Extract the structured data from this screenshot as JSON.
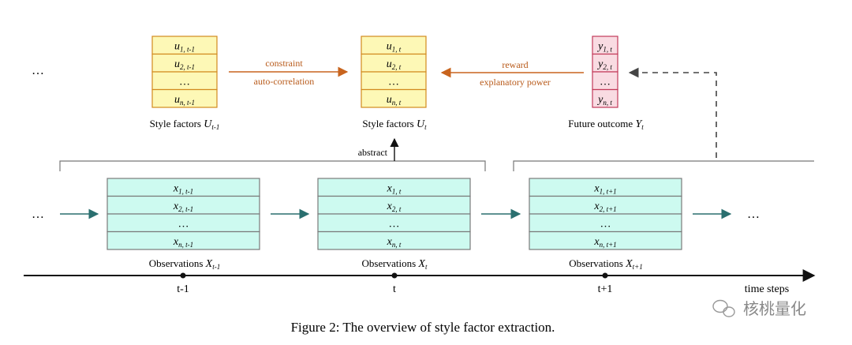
{
  "ellipsis": "…",
  "style_factor_groups": [
    {
      "caption_prefix": "Style factors ",
      "caption_var": "U",
      "caption_sub": "t-1",
      "cells": [
        {
          "main": "u",
          "sub": "1, t-1"
        },
        {
          "main": "u",
          "sub": "2, t-1"
        },
        {
          "main": "…",
          "sub": ""
        },
        {
          "main": "u",
          "sub": "n, t-1"
        }
      ]
    },
    {
      "caption_prefix": "Style factors ",
      "caption_var": "U",
      "caption_sub": "t",
      "cells": [
        {
          "main": "u",
          "sub": "1, t"
        },
        {
          "main": "u",
          "sub": "2, t"
        },
        {
          "main": "…",
          "sub": ""
        },
        {
          "main": "u",
          "sub": "n, t"
        }
      ]
    }
  ],
  "outcome_group": {
    "caption_prefix": "Future outcome ",
    "caption_var": "Y",
    "caption_sub": "t",
    "cells": [
      {
        "main": "y",
        "sub": "1, t"
      },
      {
        "main": "y",
        "sub": "2, t"
      },
      {
        "main": "…",
        "sub": ""
      },
      {
        "main": "y",
        "sub": "n, t"
      }
    ]
  },
  "arrow_labels": {
    "left_top": "constraint",
    "left_bottom": "auto-correlation",
    "right_top": "reward",
    "right_bottom": "explanatory power",
    "abstract": "abstract"
  },
  "observation_groups": [
    {
      "caption_prefix": "Observations ",
      "caption_var": "X",
      "caption_sub": "t-1",
      "cells": [
        {
          "main": "x",
          "sub": "1, t-1"
        },
        {
          "main": "x",
          "sub": "2, t-1"
        },
        {
          "main": "…",
          "sub": ""
        },
        {
          "main": "x",
          "sub": "n, t-1"
        }
      ]
    },
    {
      "caption_prefix": "Observations ",
      "caption_var": "X",
      "caption_sub": "t",
      "cells": [
        {
          "main": "x",
          "sub": "1, t"
        },
        {
          "main": "x",
          "sub": "2, t"
        },
        {
          "main": "…",
          "sub": ""
        },
        {
          "main": "x",
          "sub": "n, t"
        }
      ]
    },
    {
      "caption_prefix": "Observations ",
      "caption_var": "X",
      "caption_sub": "t+1",
      "cells": [
        {
          "main": "x",
          "sub": "1, t+1"
        },
        {
          "main": "x",
          "sub": "2, t+1"
        },
        {
          "main": "…",
          "sub": ""
        },
        {
          "main": "x",
          "sub": "n, t+1"
        }
      ]
    }
  ],
  "timeline": {
    "ticks": [
      "t-1",
      "t",
      "t+1"
    ],
    "axis_label": "time steps"
  },
  "figure_caption": "Figure 2: The overview of style factor extraction.",
  "watermark": "核桃量化",
  "colors": {
    "style_fill": "#fdf8b6",
    "style_stroke": "#d28a1e",
    "outcome_fill": "#f9dbe2",
    "outcome_stroke": "#c23a5a",
    "obs_fill": "#cdfaf0",
    "obs_stroke": "#7a7a7a",
    "orange_arrow": "#c8641e",
    "orange_text": "#b85a1a",
    "teal_arrow": "#2a6f6f",
    "bracket": "#777777",
    "dashed": "#444444"
  }
}
